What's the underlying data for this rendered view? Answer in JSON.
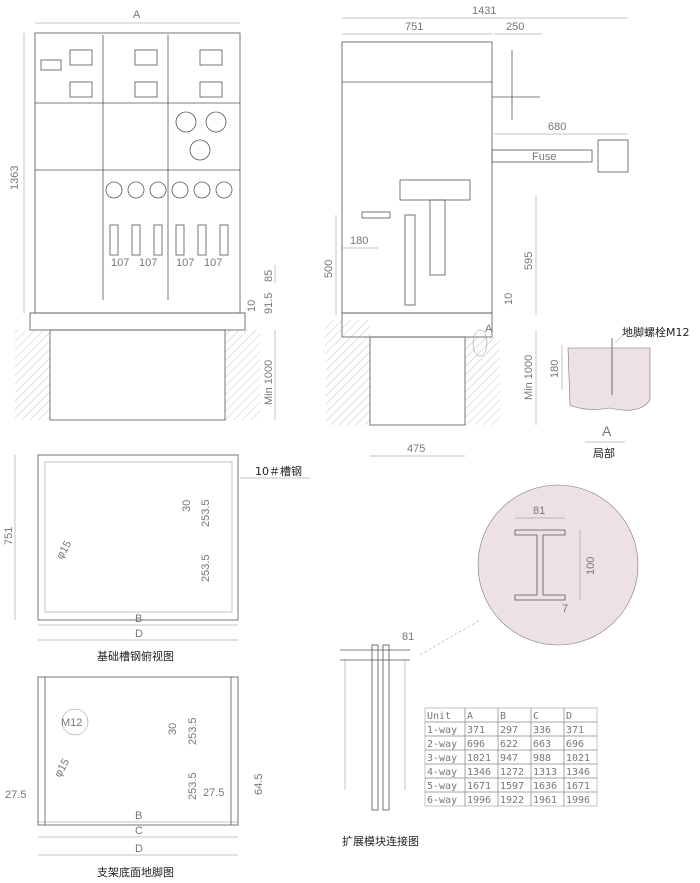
{
  "front_view": {
    "width_label": "A",
    "height": "1363",
    "spacing": [
      "107",
      "107",
      "107",
      "107"
    ],
    "dim_85": "85",
    "dim_91_5": "91.5",
    "dim_10": "10",
    "min_depth": "Min 1000"
  },
  "side_view": {
    "total": "1431",
    "depth": "751",
    "handle": "250",
    "fuse_ext": "680",
    "fuse_label": "Fuse",
    "dim_180": "180",
    "dim_500": "500",
    "dim_595": "595",
    "dim_10": "10",
    "min_depth": "Min 1000",
    "pit_width": "475",
    "detail_marker": "A"
  },
  "detail_a": {
    "bolt_label": "地脚螺栓M12",
    "depth": "180",
    "marker": "A",
    "caption": "局部"
  },
  "top_plan": {
    "depth": "751",
    "channel_label": "10＃槽钢",
    "dims": [
      "30",
      "253.5",
      "253.5"
    ],
    "hole": "φ15",
    "width_b": "B",
    "width_d": "D",
    "caption": "基础槽钢俯视图"
  },
  "support_plan": {
    "bolt": "M12",
    "hole": "φ15",
    "dims": [
      "30",
      "253.5",
      "253.5"
    ],
    "left_offset": "27.5",
    "right_offset": "27.5",
    "side": "64.5",
    "width_b": "B",
    "width_c": "C",
    "width_d": "D",
    "caption": "支架底面地脚图"
  },
  "ibeam_detail": {
    "width": "81",
    "height": "100",
    "web": "7"
  },
  "extension": {
    "gap": "81",
    "caption": "扩展模块连接图"
  },
  "table": {
    "headers": [
      "Unit",
      "A",
      "B",
      "C",
      "D"
    ],
    "rows": [
      [
        "1-way",
        "371",
        "297",
        "336",
        "371"
      ],
      [
        "2-way",
        "696",
        "622",
        "663",
        "696"
      ],
      [
        "3-way",
        "1021",
        "947",
        "988",
        "1021"
      ],
      [
        "4-way",
        "1346",
        "1272",
        "1313",
        "1346"
      ],
      [
        "5-way",
        "1671",
        "1597",
        "1636",
        "1671"
      ],
      [
        "6-way",
        "1996",
        "1922",
        "1961",
        "1996"
      ]
    ]
  },
  "colors": {
    "concrete": "#ede0e6",
    "line": "#555555"
  }
}
